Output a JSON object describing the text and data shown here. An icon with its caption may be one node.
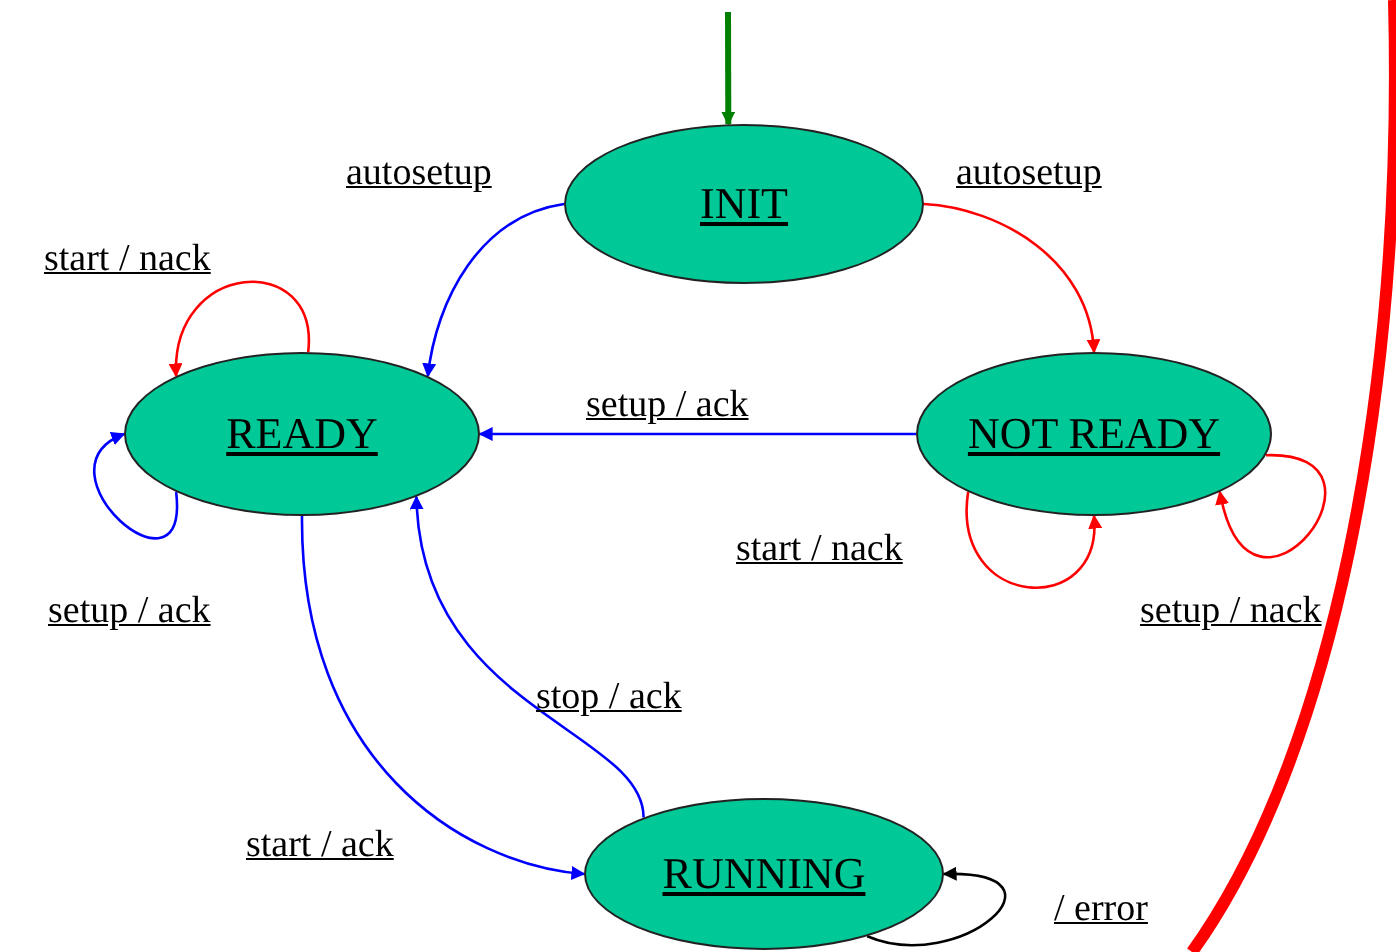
{
  "diagram": {
    "nodes": [
      {
        "text": [
          "INIT"
        ]
      },
      {
        "text": [
          "READY"
        ]
      },
      {
        "text": [
          "NOT READY"
        ]
      },
      {
        "text": [
          "RUNNING"
        ]
      }
    ],
    "edges": [
      {
        "from": null,
        "to": 0,
        "arrow": "to",
        "style": "thick",
        "color": "#008000"
      },
      {
        "from": 0,
        "to": 1,
        "arrow": "to",
        "label": "autosetup"
      },
      {
        "from": 0,
        "to": 2,
        "arrow": "to",
        "label": "autosetup",
        "color": "#ff0000"
      },
      {
        "from": 2,
        "to": 1,
        "arrow": "to",
        "label": "setup / ack"
      },
      {
        "from": 1,
        "to": 1,
        "arrow": "to",
        "label": "start / nack",
        "color": "#ff0000"
      },
      {
        "from": 1,
        "to": 1,
        "arrow": "to",
        "label": "setup / ack"
      },
      {
        "from": 2,
        "to": 2,
        "arrow": "to",
        "label": "start / nack",
        "color": "#ff0000"
      },
      {
        "from": 2,
        "to": 2,
        "arrow": "to",
        "label": "setup / nack",
        "color": "#ff0000"
      },
      {
        "from": 1,
        "to": 3,
        "arrow": "to",
        "label": "start / ack"
      },
      {
        "from": 3,
        "to": 1,
        "arrow": "to",
        "label": "stop / ack"
      },
      {
        "from": 3,
        "to": 3,
        "arrow": "to",
        "label": "/ error",
        "color": "#000000"
      }
    ]
  }
}
